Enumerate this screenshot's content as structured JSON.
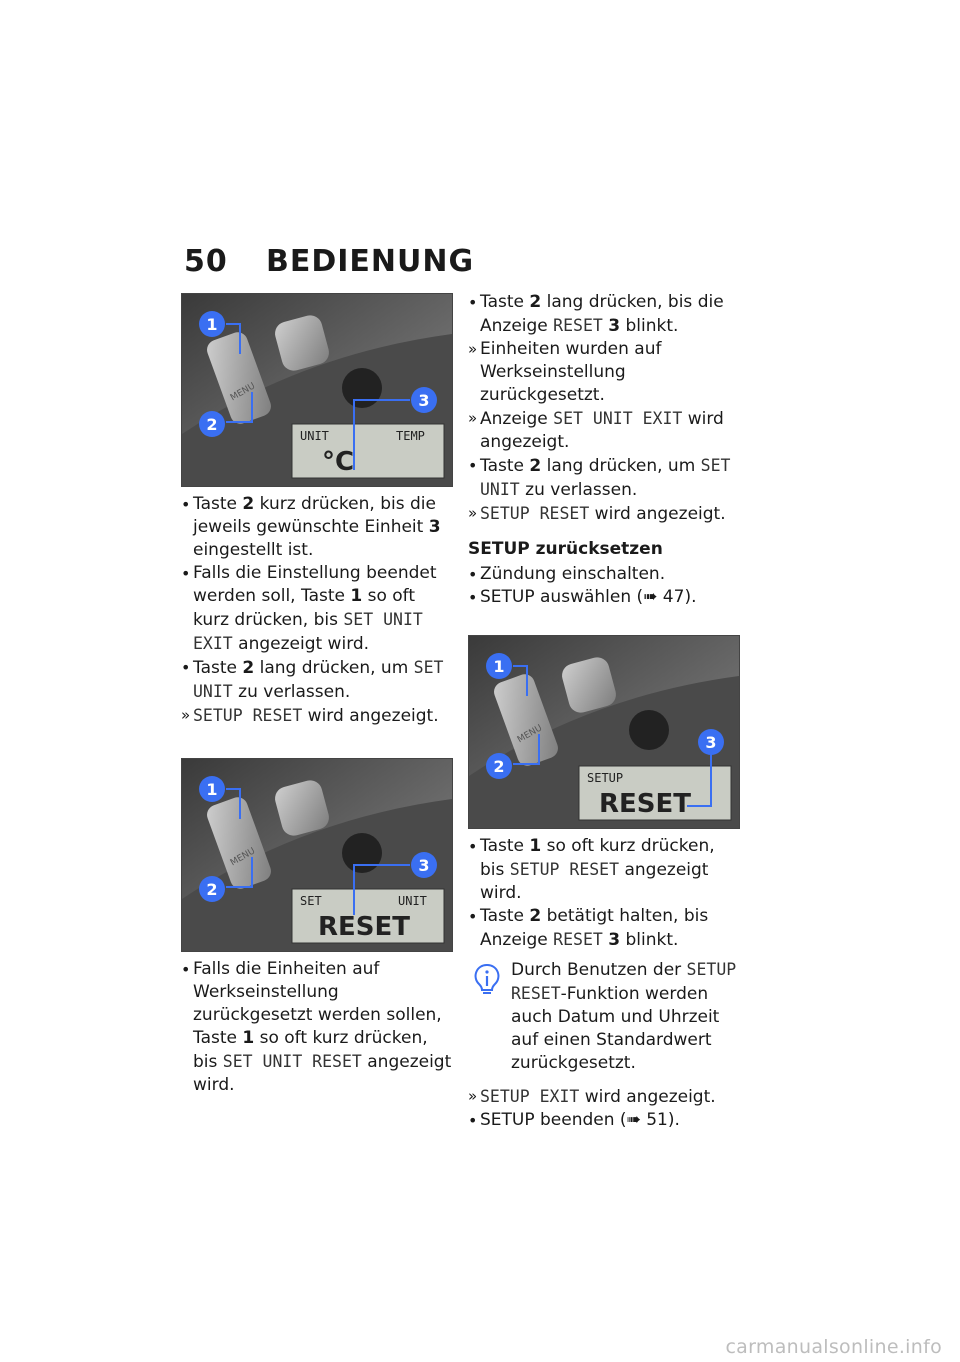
{
  "header": {
    "page_number": "50",
    "title": "BEDIENUNG"
  },
  "figures": {
    "fig1": {
      "callouts": [
        "1",
        "2",
        "3"
      ],
      "button_label": "MENU",
      "display_top_left": "UNIT",
      "display_top_right": "TEMP",
      "display_main": "°C"
    },
    "fig2": {
      "callouts": [
        "1",
        "2",
        "3"
      ],
      "button_label": "MENU",
      "display_top_left": "SET",
      "display_top_right": "UNIT",
      "display_main": "RESET"
    },
    "fig3": {
      "callouts": [
        "1",
        "2",
        "3"
      ],
      "button_label": "MENU",
      "display_top_left": "SETUP",
      "display_top_right": "",
      "display_main": "RESET"
    }
  },
  "left": {
    "b1": {
      "a": "Taste ",
      "k": "2",
      "c": " kurz drücken, bis die jeweils gewünschte Einheit ",
      "k2": "3",
      "d": " eingestellt ist."
    },
    "b2": {
      "a": "Falls die Einstellung beendet werden soll, Taste ",
      "k": "1",
      "c": " so oft kurz drücken, bis ",
      "m": "SET UNIT EXIT",
      "d": " angezeigt wird."
    },
    "b3": {
      "a": "Taste ",
      "k": "2",
      "c": " lang drücken, um ",
      "m": "SET UNIT",
      "d": " zu verlassen."
    },
    "r1": {
      "m": "SETUP RESET",
      "d": " wird angezeigt."
    },
    "b4": {
      "a": "Falls die Einheiten auf Werkseinstellung zurückgesetzt werden sollen, Taste ",
      "k": "1",
      "c": " so oft kurz drücken, bis ",
      "m": "SET UNIT RESET",
      "d": " angezeigt wird."
    }
  },
  "right": {
    "b1": {
      "a": "Taste ",
      "k": "2",
      "c": " lang drücken, bis die Anzeige ",
      "m": "RESET",
      "d": " ",
      "k2": "3",
      "e": " blinkt."
    },
    "r1": {
      "a": "Einheiten wurden auf Werkseinstellung zurückgesetzt."
    },
    "r2": {
      "a": "Anzeige ",
      "m": "SET UNIT EXIT",
      "d": " wird angezeigt."
    },
    "b2": {
      "a": "Taste ",
      "k": "2",
      "c": " lang drücken, um ",
      "m": "SET UNIT",
      "d": " zu verlassen."
    },
    "r3": {
      "m": "SETUP RESET",
      "d": " wird angezeigt."
    },
    "subhead": "SETUP zurücksetzen",
    "b3": {
      "a": "Zündung einschalten."
    },
    "b4": {
      "a": "SETUP auswählen (",
      "arrow": "➠",
      "ref": " 47)."
    },
    "b5": {
      "a": "Taste ",
      "k": "1",
      "c": " so oft kurz drücken, bis ",
      "m": "SETUP RESET",
      "d": " angezeigt wird."
    },
    "b6": {
      "a": "Taste ",
      "k": "2",
      "c": " betätigt halten, bis Anzeige ",
      "m": "RESET",
      "d": " ",
      "k2": "3",
      "e": " blinkt."
    },
    "note": {
      "a": "Durch Benutzen der ",
      "m": "SETUP RESET",
      "d": "-Funktion werden auch Datum und Uhrzeit auf einen Standardwert zurückgesetzt."
    },
    "r4": {
      "m": "SETUP EXIT",
      "d": " wird angezeigt."
    },
    "b7": {
      "a": "SETUP beenden (",
      "arrow": "➠",
      "ref": " 51)."
    }
  },
  "watermark": "carmanualsonline.info"
}
